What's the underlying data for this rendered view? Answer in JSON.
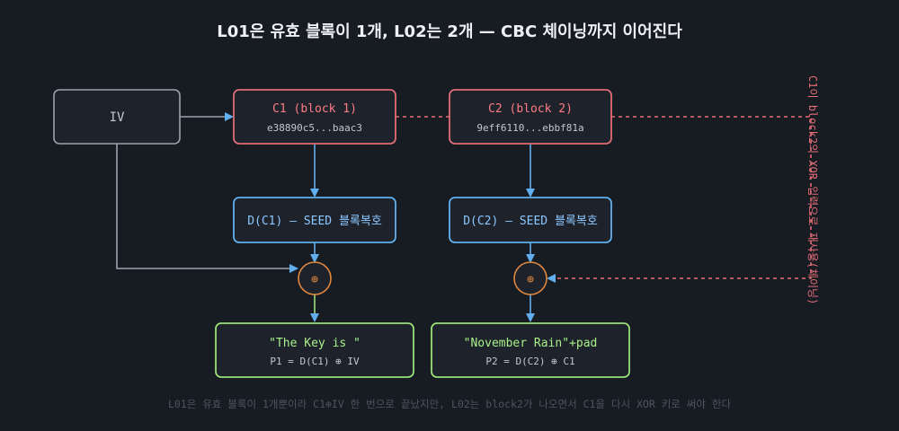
{
  "title": "L01은 유효 블록이 1개, L02는 2개 — CBC 체이닝까지 이어진다",
  "nodes": {
    "iv": {
      "label": "IV"
    },
    "c1": {
      "label": "C1 (block 1)",
      "sub": "e38890c5...baac3"
    },
    "c2": {
      "label": "C2 (block 2)",
      "sub": "9eff6110...ebbf81a"
    },
    "d1": {
      "label": "D(C1) — SEED 블록복호"
    },
    "d2": {
      "label": "D(C2) — SEED 블록복호"
    },
    "xor1": {
      "label": "⊕"
    },
    "xor2": {
      "label": "⊕"
    },
    "p1": {
      "label": "\"The Key is \"",
      "sub": "P1 = D(C1) ⊕ IV"
    },
    "p2": {
      "label": "\"November Rain\"+pad",
      "sub": "P2 = D(C2) ⊕ C1"
    }
  },
  "side_note": "C1이 block2의 XOR 입력으로 재사용(체이닝)",
  "footer": "L01은 유효 블록이 1개뿐이라 C1⊕IV 한 번으로 끝났지만, L02는 block2가 나오면서 C1을 다시 XOR 키로 써야 한다",
  "colors": {
    "background": "#171b22",
    "iv": "#9aa3ad",
    "cipher": "#e06c75",
    "decrypt": "#61afef",
    "xor": "#e0873f",
    "plain": "#98e07a",
    "chain": "#e06c75",
    "text": "#d7dae0",
    "muted": "#5c6370"
  }
}
